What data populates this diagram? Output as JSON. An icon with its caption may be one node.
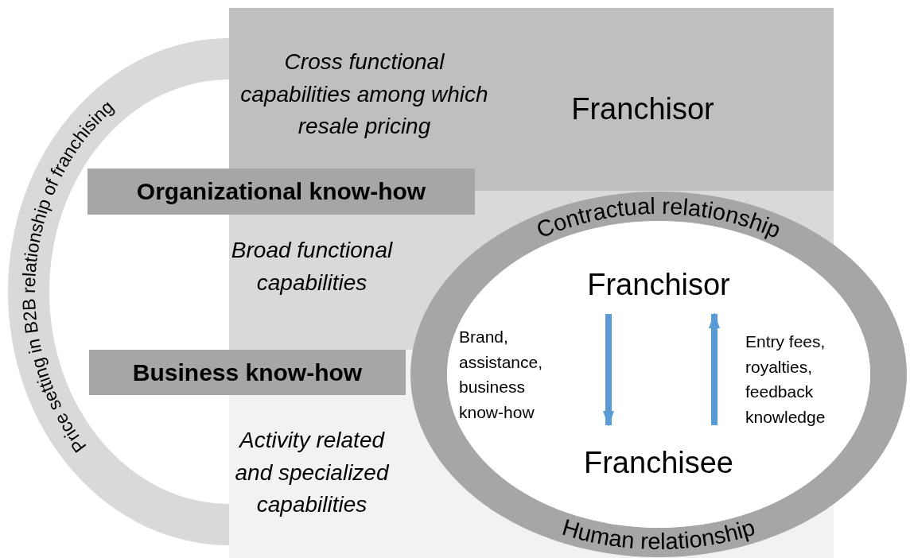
{
  "diagram": {
    "nodes": [
      {
        "text": [
          "Cross functional capabilities among which resale pricing",
          "Franchisor"
        ]
      },
      {
        "text": [
          "Broad functional capabilities"
        ]
      },
      {
        "text": [
          "Activity related and specialized capabilities"
        ]
      },
      {
        "text": [
          "Organizational know-how"
        ]
      },
      {
        "text": [
          "Business know-how"
        ]
      },
      {
        "text": [
          "Price setting in B2B relationship of franchising"
        ]
      },
      {
        "text": [
          "Contractual relationship",
          "Human relationship"
        ]
      },
      {
        "text": [
          "Franchisor"
        ],
        "in": 6
      },
      {
        "text": [
          "Franchisee"
        ],
        "in": 6
      }
    ],
    "edges": [
      {
        "from": 7,
        "to": 8,
        "arrow": "to",
        "label": "Brand, assistance, business know-how"
      },
      {
        "from": 8,
        "to": 7,
        "arrow": "to",
        "label": "Entry fees, royalties, feedback knowledge"
      }
    ]
  }
}
